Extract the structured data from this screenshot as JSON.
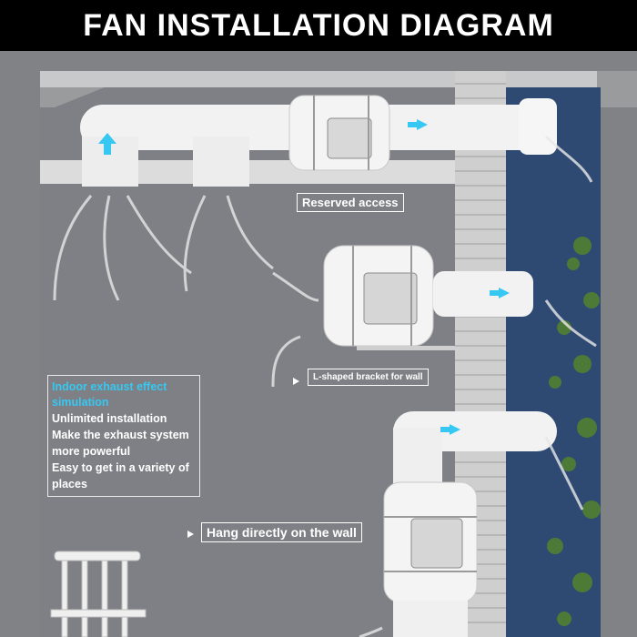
{
  "title": "FAN INSTALLATION DIAGRAM",
  "labels": {
    "reserved_access": "Reserved access",
    "l_bracket": "L-shaped bracket for wall",
    "hang_on_wall": "Hang directly on the wall"
  },
  "info_box": {
    "heading": "Indoor exhaust effect simulation",
    "lines": [
      "Unlimited installation",
      "Make the exhaust system more powerful",
      "Easy to get in a variety of places"
    ]
  },
  "colors": {
    "accent_arrow": "#36c8f2",
    "heading_text": "#36c8f2",
    "wall_interior": "#808286",
    "exterior_sky": "#2e4a73",
    "brick": "#cfcfcf"
  }
}
